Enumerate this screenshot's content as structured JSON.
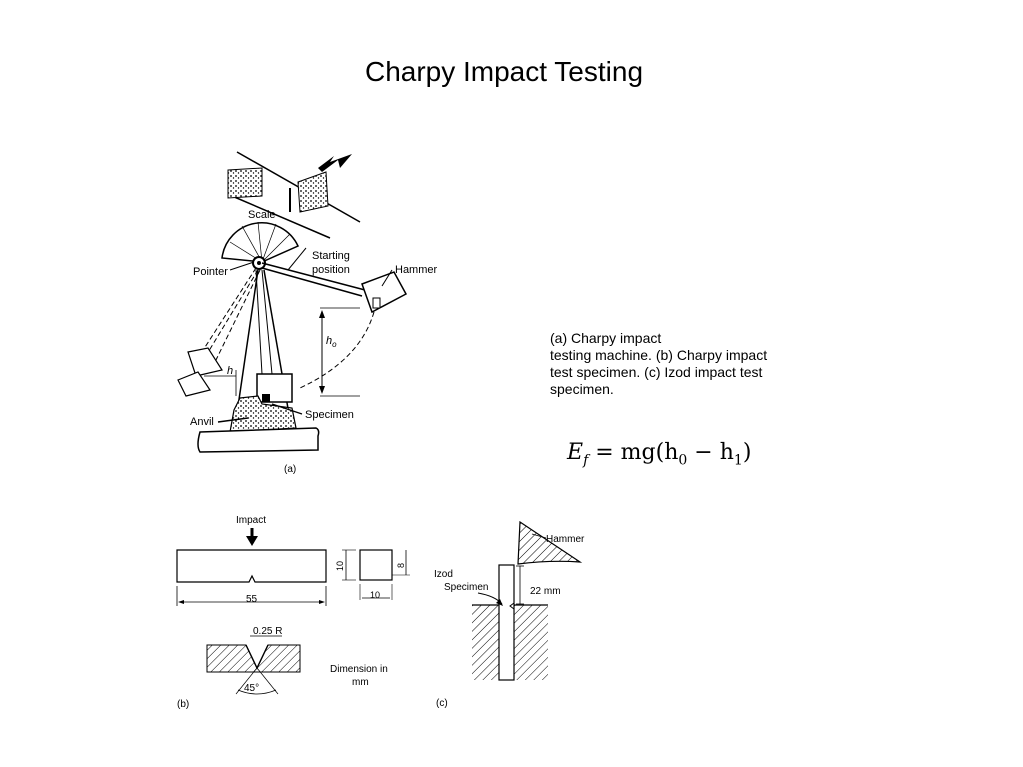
{
  "slide": {
    "title": "Charpy Impact Testing",
    "caption_line1": "(a) Charpy impact",
    "caption_line2": "testing machine. (b) Charpy impact",
    "caption_line3": "test specimen. (c) Izod impact test",
    "caption_line4": "specimen."
  },
  "formula": {
    "lhs": "E",
    "lhs_sub": "f",
    "rhs_prefix": "= mg(h",
    "sub0": "0",
    "minus": " − h",
    "sub1": "1",
    "close": ")"
  },
  "figure_a": {
    "scale": "Scale",
    "starting": "Starting",
    "position": "position",
    "pointer": "Pointer",
    "hammer": "Hammer",
    "h0": "h",
    "h0_sub": "o",
    "h": "h",
    "anvil": "Anvil",
    "specimen": "Specimen",
    "panel": "(a)"
  },
  "figure_b": {
    "impact": "Impact",
    "length": "55",
    "height": "10",
    "depth": "8",
    "width": "10",
    "radius": "0.25 R",
    "angle": "45°",
    "dim1": "Dimension in",
    "dim2": "mm",
    "panel": "(b)"
  },
  "figure_c": {
    "hammer": "Hammer",
    "izod": "Izod",
    "specimen": "Specimen",
    "dim": "22 mm",
    "panel": "(c)"
  }
}
